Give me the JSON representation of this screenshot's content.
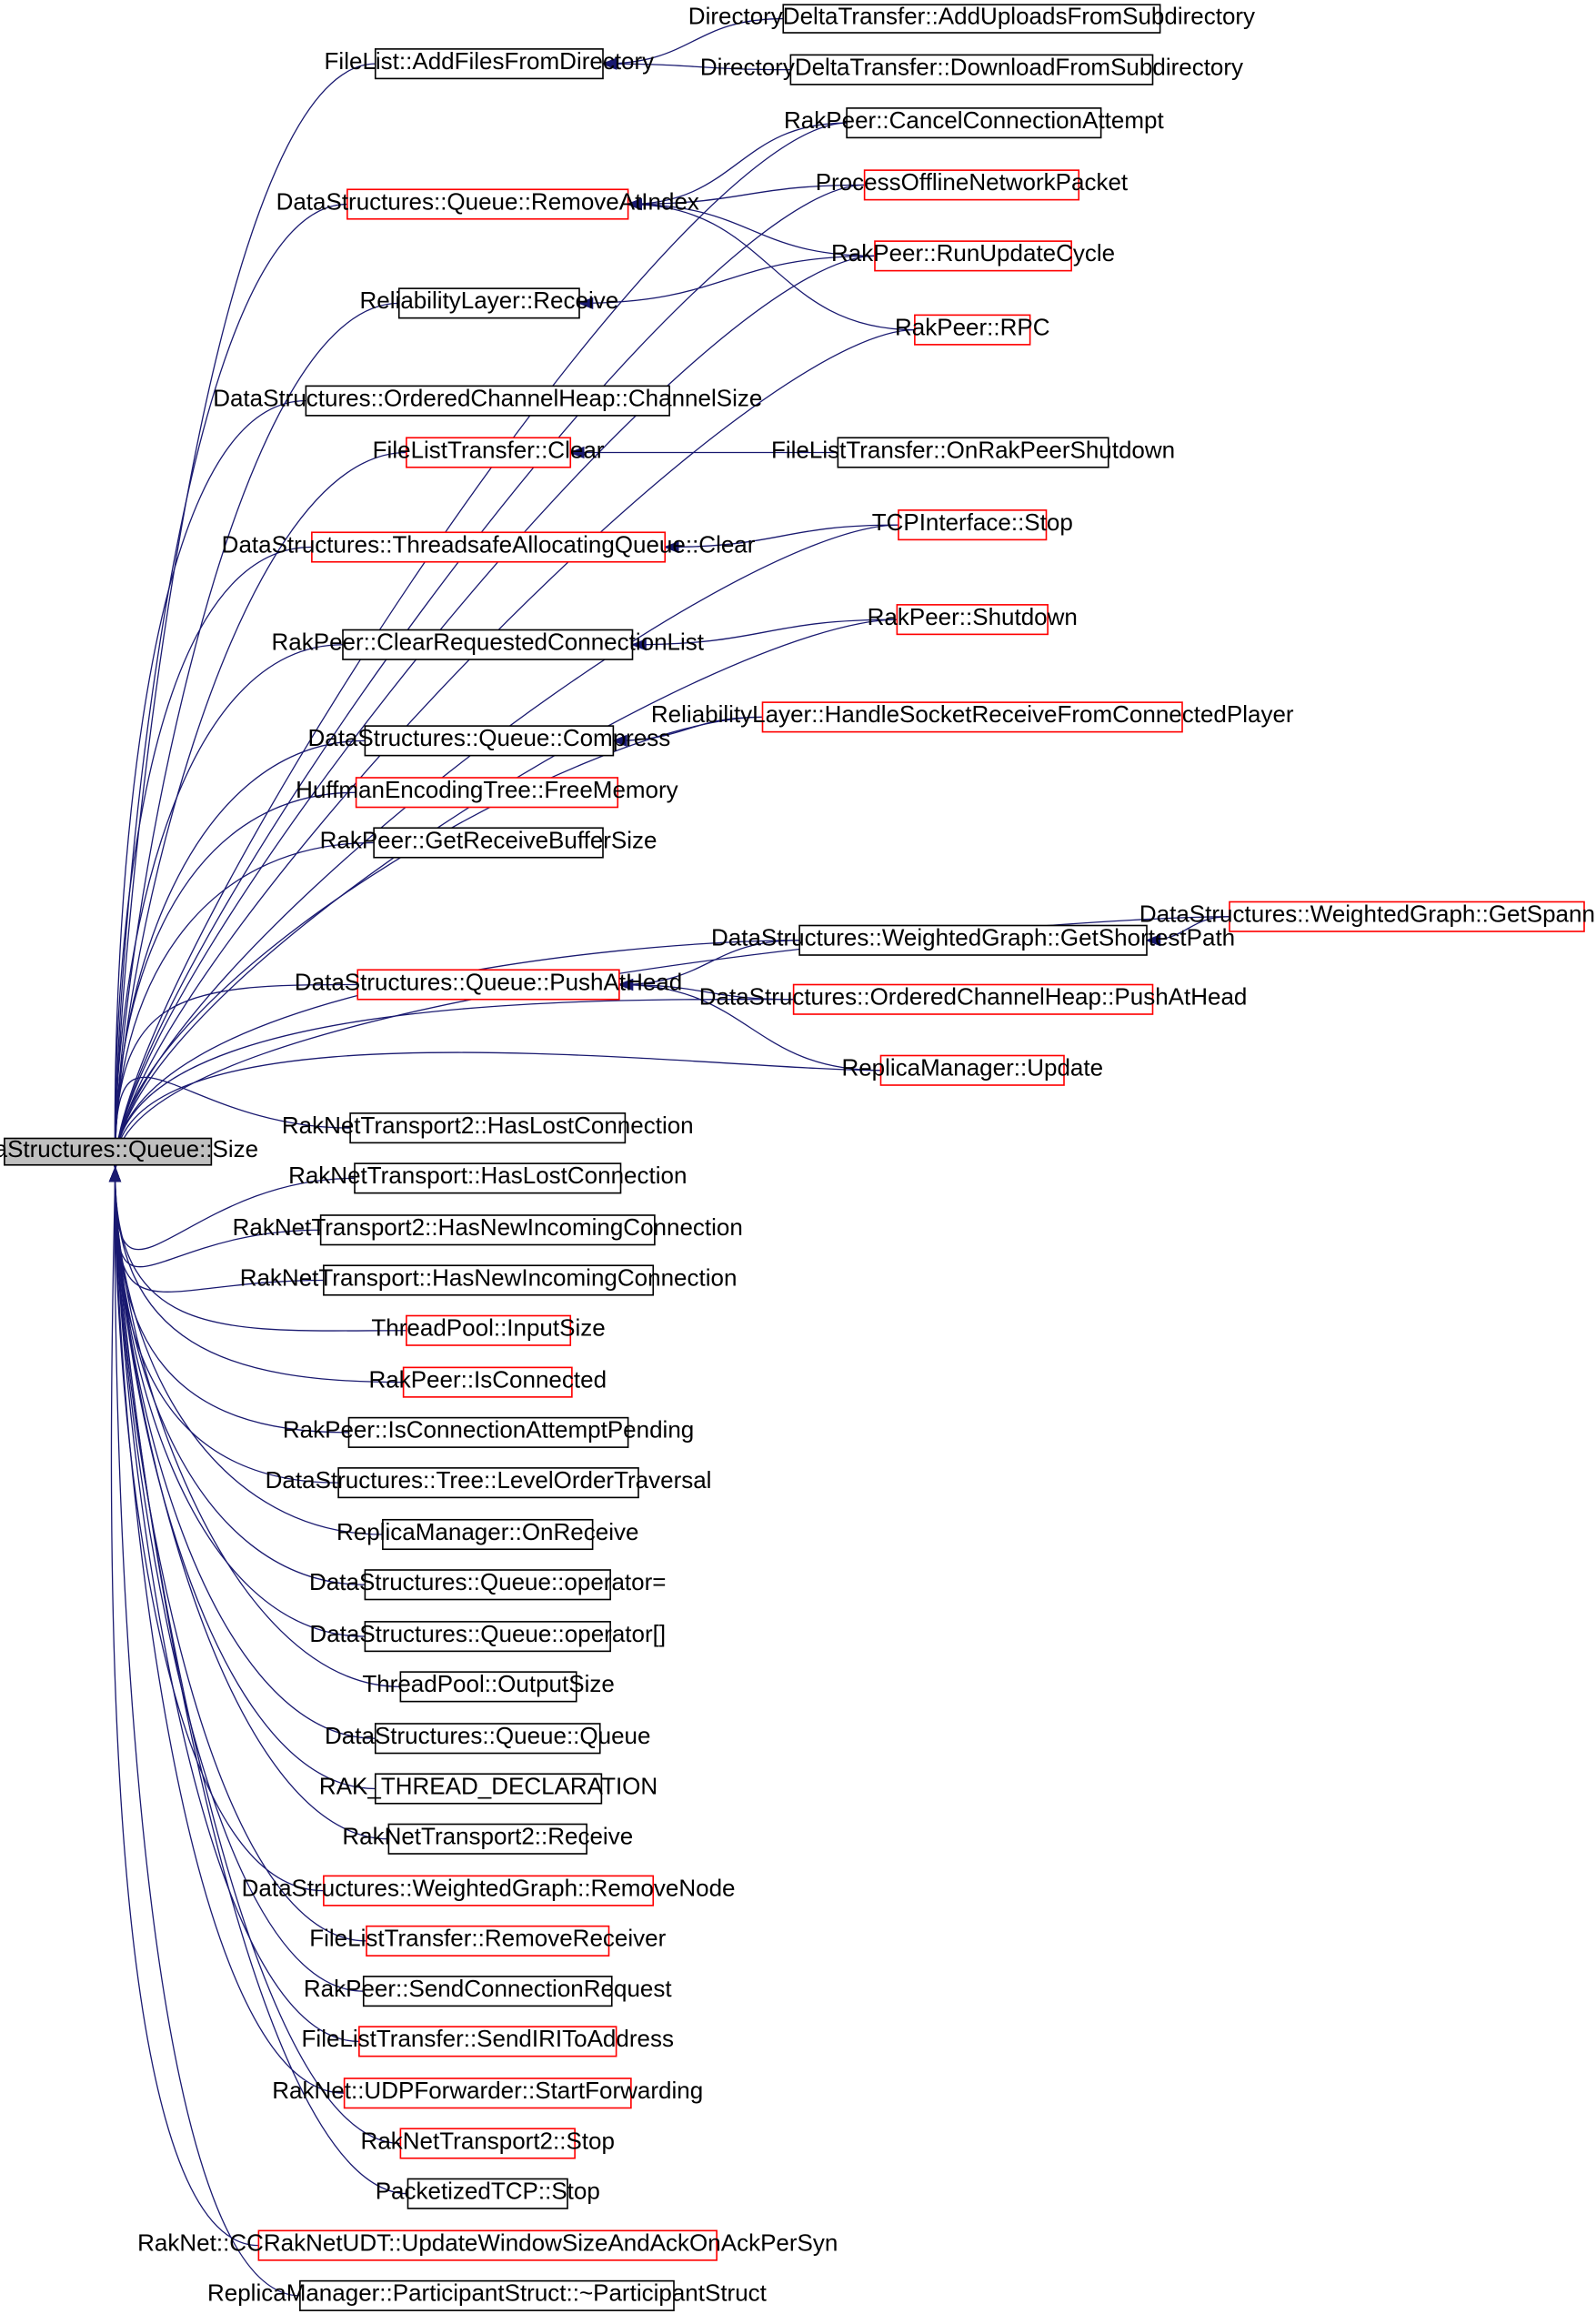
{
  "root": "DataStructures::Queue::Size",
  "nodes": [
    {
      "id": "n_size",
      "label": "DataStructures::Queue::Size",
      "style": "root"
    },
    {
      "id": "n_addfiles",
      "label": "FileList::AddFilesFromDirectory",
      "style": "black"
    },
    {
      "id": "n_adduploads",
      "label": "DirectoryDeltaTransfer::AddUploadsFromSubdirectory",
      "style": "black"
    },
    {
      "id": "n_downloadsub",
      "label": "DirectoryDeltaTransfer::DownloadFromSubdirectory",
      "style": "black"
    },
    {
      "id": "n_cancelconn",
      "label": "RakPeer::CancelConnectionAttempt",
      "style": "black"
    },
    {
      "id": "n_removeatindex",
      "label": "DataStructures::Queue::RemoveAtIndex",
      "style": "red"
    },
    {
      "id": "n_processoffline",
      "label": "ProcessOfflineNetworkPacket",
      "style": "red"
    },
    {
      "id": "n_runupdate",
      "label": "RakPeer::RunUpdateCycle",
      "style": "red"
    },
    {
      "id": "n_relreceive",
      "label": "ReliabilityLayer::Receive",
      "style": "black"
    },
    {
      "id": "n_rpc",
      "label": "RakPeer::RPC",
      "style": "red"
    },
    {
      "id": "n_channelsize",
      "label": "DataStructures::OrderedChannelHeap::ChannelSize",
      "style": "black"
    },
    {
      "id": "n_fltclear",
      "label": "FileListTransfer::Clear",
      "style": "red"
    },
    {
      "id": "n_onrakshutdown",
      "label": "FileListTransfer::OnRakPeerShutdown",
      "style": "black"
    },
    {
      "id": "n_tcpstop",
      "label": "TCPInterface::Stop",
      "style": "red"
    },
    {
      "id": "n_tsaqclear",
      "label": "DataStructures::ThreadsafeAllocatingQueue::Clear",
      "style": "red"
    },
    {
      "id": "n_shutdown",
      "label": "RakPeer::Shutdown",
      "style": "red"
    },
    {
      "id": "n_clearreq",
      "label": "RakPeer::ClearRequestedConnectionList",
      "style": "black"
    },
    {
      "id": "n_handlesocket",
      "label": "ReliabilityLayer::HandleSocketReceiveFromConnectedPlayer",
      "style": "red"
    },
    {
      "id": "n_compress",
      "label": "DataStructures::Queue::Compress",
      "style": "black"
    },
    {
      "id": "n_freememory",
      "label": "HuffmanEncodingTree::FreeMemory",
      "style": "red"
    },
    {
      "id": "n_getrecvbuf",
      "label": "RakPeer::GetReceiveBufferSize",
      "style": "black"
    },
    {
      "id": "n_spanning",
      "label": "DataStructures::WeightedGraph::GetSpanningTree",
      "style": "red"
    },
    {
      "id": "n_shortest",
      "label": "DataStructures::WeightedGraph::GetShortestPath",
      "style": "black"
    },
    {
      "id": "n_pushathead",
      "label": "DataStructures::Queue::PushAtHead",
      "style": "red"
    },
    {
      "id": "n_ochpush",
      "label": "DataStructures::OrderedChannelHeap::PushAtHead",
      "style": "red"
    },
    {
      "id": "n_rmupdate",
      "label": "ReplicaManager::Update",
      "style": "red"
    },
    {
      "id": "n_rnt2lost",
      "label": "RakNetTransport2::HasLostConnection",
      "style": "black"
    },
    {
      "id": "n_rntlost",
      "label": "RakNetTransport::HasLostConnection",
      "style": "black"
    },
    {
      "id": "n_rnt2new",
      "label": "RakNetTransport2::HasNewIncomingConnection",
      "style": "black"
    },
    {
      "id": "n_rntnew",
      "label": "RakNetTransport::HasNewIncomingConnection",
      "style": "black"
    },
    {
      "id": "n_tpinput",
      "label": "ThreadPool::InputSize",
      "style": "red"
    },
    {
      "id": "n_isconnected",
      "label": "RakPeer::IsConnected",
      "style": "red"
    },
    {
      "id": "n_isconnpending",
      "label": "RakPeer::IsConnectionAttemptPending",
      "style": "black"
    },
    {
      "id": "n_levelorder",
      "label": "DataStructures::Tree::LevelOrderTraversal",
      "style": "black"
    },
    {
      "id": "n_rmonreceive",
      "label": "ReplicaManager::OnReceive",
      "style": "black"
    },
    {
      "id": "n_opassign",
      "label": "DataStructures::Queue::operator=",
      "style": "black"
    },
    {
      "id": "n_opindex",
      "label": "DataStructures::Queue::operator[]",
      "style": "black"
    },
    {
      "id": "n_tpoutput",
      "label": "ThreadPool::OutputSize",
      "style": "black"
    },
    {
      "id": "n_queuector",
      "label": "DataStructures::Queue::Queue",
      "style": "black"
    },
    {
      "id": "n_rakthread",
      "label": "RAK_THREAD_DECLARATION",
      "style": "black"
    },
    {
      "id": "n_rnt2receive",
      "label": "RakNetTransport2::Receive",
      "style": "black"
    },
    {
      "id": "n_removenode",
      "label": "DataStructures::WeightedGraph::RemoveNode",
      "style": "red"
    },
    {
      "id": "n_removereceiver",
      "label": "FileListTransfer::RemoveReceiver",
      "style": "red"
    },
    {
      "id": "n_sendconnreq",
      "label": "RakPeer::SendConnectionRequest",
      "style": "black"
    },
    {
      "id": "n_sendiri",
      "label": "FileListTransfer::SendIRIToAddress",
      "style": "red"
    },
    {
      "id": "n_startfwd",
      "label": "RakNet::UDPForwarder::StartForwarding",
      "style": "red"
    },
    {
      "id": "n_rnt2stop",
      "label": "RakNetTransport2::Stop",
      "style": "red"
    },
    {
      "id": "n_ptcpstop",
      "label": "PacketizedTCP::Stop",
      "style": "black"
    },
    {
      "id": "n_ccrak",
      "label": "RakNet::CCRakNetUDT::UpdateWindowSizeAndAckOnAckPerSyn",
      "style": "red"
    },
    {
      "id": "n_partstruct",
      "label": "ReplicaManager::ParticipantStruct::~ParticipantStruct",
      "style": "black"
    }
  ],
  "edges": [
    {
      "from": "n_adduploads",
      "to": "n_addfiles"
    },
    {
      "from": "n_downloadsub",
      "to": "n_addfiles"
    },
    {
      "from": "n_cancelconn",
      "to": "n_removeatindex"
    },
    {
      "from": "n_processoffline",
      "to": "n_removeatindex"
    },
    {
      "from": "n_runupdate",
      "to": "n_removeatindex"
    },
    {
      "from": "n_rpc",
      "to": "n_removeatindex"
    },
    {
      "from": "n_runupdate",
      "to": "n_relreceive"
    },
    {
      "from": "n_onrakshutdown",
      "to": "n_fltclear"
    },
    {
      "from": "n_tcpstop",
      "to": "n_tsaqclear"
    },
    {
      "from": "n_shutdown",
      "to": "n_clearreq"
    },
    {
      "from": "n_handlesocket",
      "to": "n_compress"
    },
    {
      "from": "n_spanning",
      "to": "n_shortest"
    },
    {
      "from": "n_shortest",
      "to": "n_pushathead"
    },
    {
      "from": "n_ochpush",
      "to": "n_pushathead"
    },
    {
      "from": "n_rmupdate",
      "to": "n_pushathead"
    },
    {
      "from": "n_addfiles",
      "to": "n_size"
    },
    {
      "from": "n_cancelconn",
      "to": "n_size"
    },
    {
      "from": "n_processoffline",
      "to": "n_size"
    },
    {
      "from": "n_removeatindex",
      "to": "n_size"
    },
    {
      "from": "n_runupdate",
      "to": "n_size"
    },
    {
      "from": "n_relreceive",
      "to": "n_size"
    },
    {
      "from": "n_rpc",
      "to": "n_size"
    },
    {
      "from": "n_channelsize",
      "to": "n_size"
    },
    {
      "from": "n_fltclear",
      "to": "n_size"
    },
    {
      "from": "n_tcpstop",
      "to": "n_size"
    },
    {
      "from": "n_tsaqclear",
      "to": "n_size"
    },
    {
      "from": "n_shutdown",
      "to": "n_size"
    },
    {
      "from": "n_clearreq",
      "to": "n_size"
    },
    {
      "from": "n_handlesocket",
      "to": "n_size"
    },
    {
      "from": "n_compress",
      "to": "n_size"
    },
    {
      "from": "n_freememory",
      "to": "n_size"
    },
    {
      "from": "n_getrecvbuf",
      "to": "n_size"
    },
    {
      "from": "n_spanning",
      "to": "n_size"
    },
    {
      "from": "n_shortest",
      "to": "n_size"
    },
    {
      "from": "n_pushathead",
      "to": "n_size"
    },
    {
      "from": "n_ochpush",
      "to": "n_size"
    },
    {
      "from": "n_rmupdate",
      "to": "n_size"
    },
    {
      "from": "n_rnt2lost",
      "to": "n_size"
    },
    {
      "from": "n_rntlost",
      "to": "n_size"
    },
    {
      "from": "n_rnt2new",
      "to": "n_size"
    },
    {
      "from": "n_rntnew",
      "to": "n_size"
    },
    {
      "from": "n_tpinput",
      "to": "n_size"
    },
    {
      "from": "n_isconnected",
      "to": "n_size"
    },
    {
      "from": "n_isconnpending",
      "to": "n_size"
    },
    {
      "from": "n_levelorder",
      "to": "n_size"
    },
    {
      "from": "n_rmonreceive",
      "to": "n_size"
    },
    {
      "from": "n_opassign",
      "to": "n_size"
    },
    {
      "from": "n_opindex",
      "to": "n_size"
    },
    {
      "from": "n_tpoutput",
      "to": "n_size"
    },
    {
      "from": "n_queuector",
      "to": "n_size"
    },
    {
      "from": "n_rakthread",
      "to": "n_size"
    },
    {
      "from": "n_rnt2receive",
      "to": "n_size"
    },
    {
      "from": "n_removenode",
      "to": "n_size"
    },
    {
      "from": "n_removereceiver",
      "to": "n_size"
    },
    {
      "from": "n_sendconnreq",
      "to": "n_size"
    },
    {
      "from": "n_sendiri",
      "to": "n_size"
    },
    {
      "from": "n_startfwd",
      "to": "n_size"
    },
    {
      "from": "n_rnt2stop",
      "to": "n_size"
    },
    {
      "from": "n_ptcpstop",
      "to": "n_size"
    },
    {
      "from": "n_ccrak",
      "to": "n_size"
    },
    {
      "from": "n_partstruct",
      "to": "n_size"
    }
  ],
  "colors": {
    "edge": "#191970",
    "root_fill": "#bfbfbf",
    "black_border": "#000000",
    "red_border": "#ff0000",
    "node_fill": "#ffffff",
    "text": "#000000"
  }
}
